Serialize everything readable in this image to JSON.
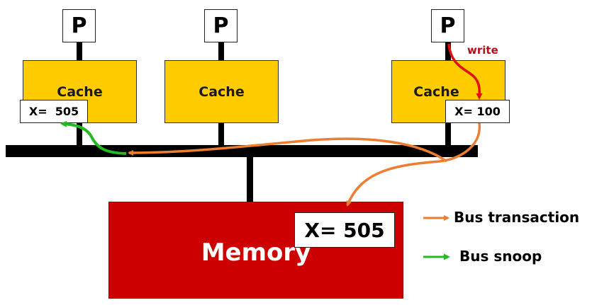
{
  "processors": [
    {
      "label": "P"
    },
    {
      "label": "P"
    },
    {
      "label": "P"
    }
  ],
  "caches": [
    {
      "label": "Cache",
      "value_text": "X=  505"
    },
    {
      "label": "Cache"
    },
    {
      "label": "Cache",
      "value_text": "X= 100"
    }
  ],
  "memory": {
    "label": "Memory",
    "value_text": "X= 505"
  },
  "annotations": {
    "write": "write"
  },
  "legend": [
    {
      "label": "Bus transaction",
      "color": "#ED7D31"
    },
    {
      "label": "Bus snoop",
      "color": "#22BB22"
    }
  ],
  "colors": {
    "cache_fill": "#FFCC00",
    "memory_fill": "#CC0000",
    "bus": "#000000",
    "write_arrow": "#E0120E",
    "write_text": "#B0101A",
    "transaction_arrow": "#ED7D31",
    "snoop_arrow": "#22BB22"
  }
}
